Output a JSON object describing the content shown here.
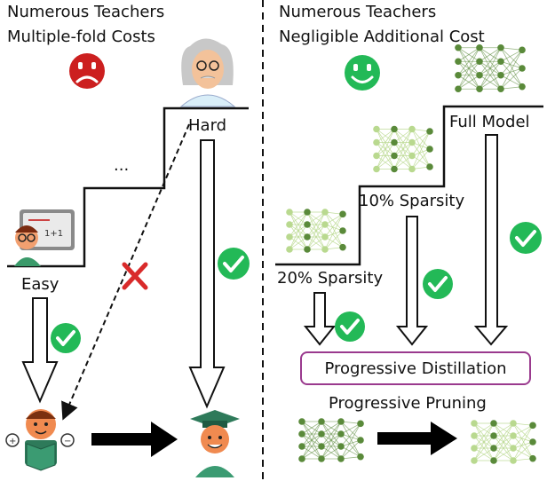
{
  "left": {
    "title_line1": "Numerous Teachers",
    "title_line2": "Multiple-fold Costs",
    "mood_icon": "sad-face-icon",
    "step_labels": {
      "easy": "Easy",
      "hard": "Hard",
      "dots": "..."
    },
    "status_icons": [
      "check-icon",
      "check-icon",
      "cross-icon"
    ]
  },
  "right": {
    "title_line1": "Numerous Teachers",
    "title_line2": "Negligible Additional Cost",
    "mood_icon": "happy-face-icon",
    "step_labels": {
      "sparsity20": "20% Sparsity",
      "sparsity10": "10% Sparsity",
      "full": "Full Model"
    },
    "distill_label": "Progressive Distillation",
    "prune_label": "Progressive Pruning"
  },
  "colors": {
    "sad_red": "#cc1f1f",
    "happy_green": "#23b957",
    "check_green": "#23b957",
    "cross_red": "#d92a2a",
    "network_dark": "#5a8a3a",
    "network_light": "#b9d98f",
    "distill_border": "#9a3a8e"
  }
}
